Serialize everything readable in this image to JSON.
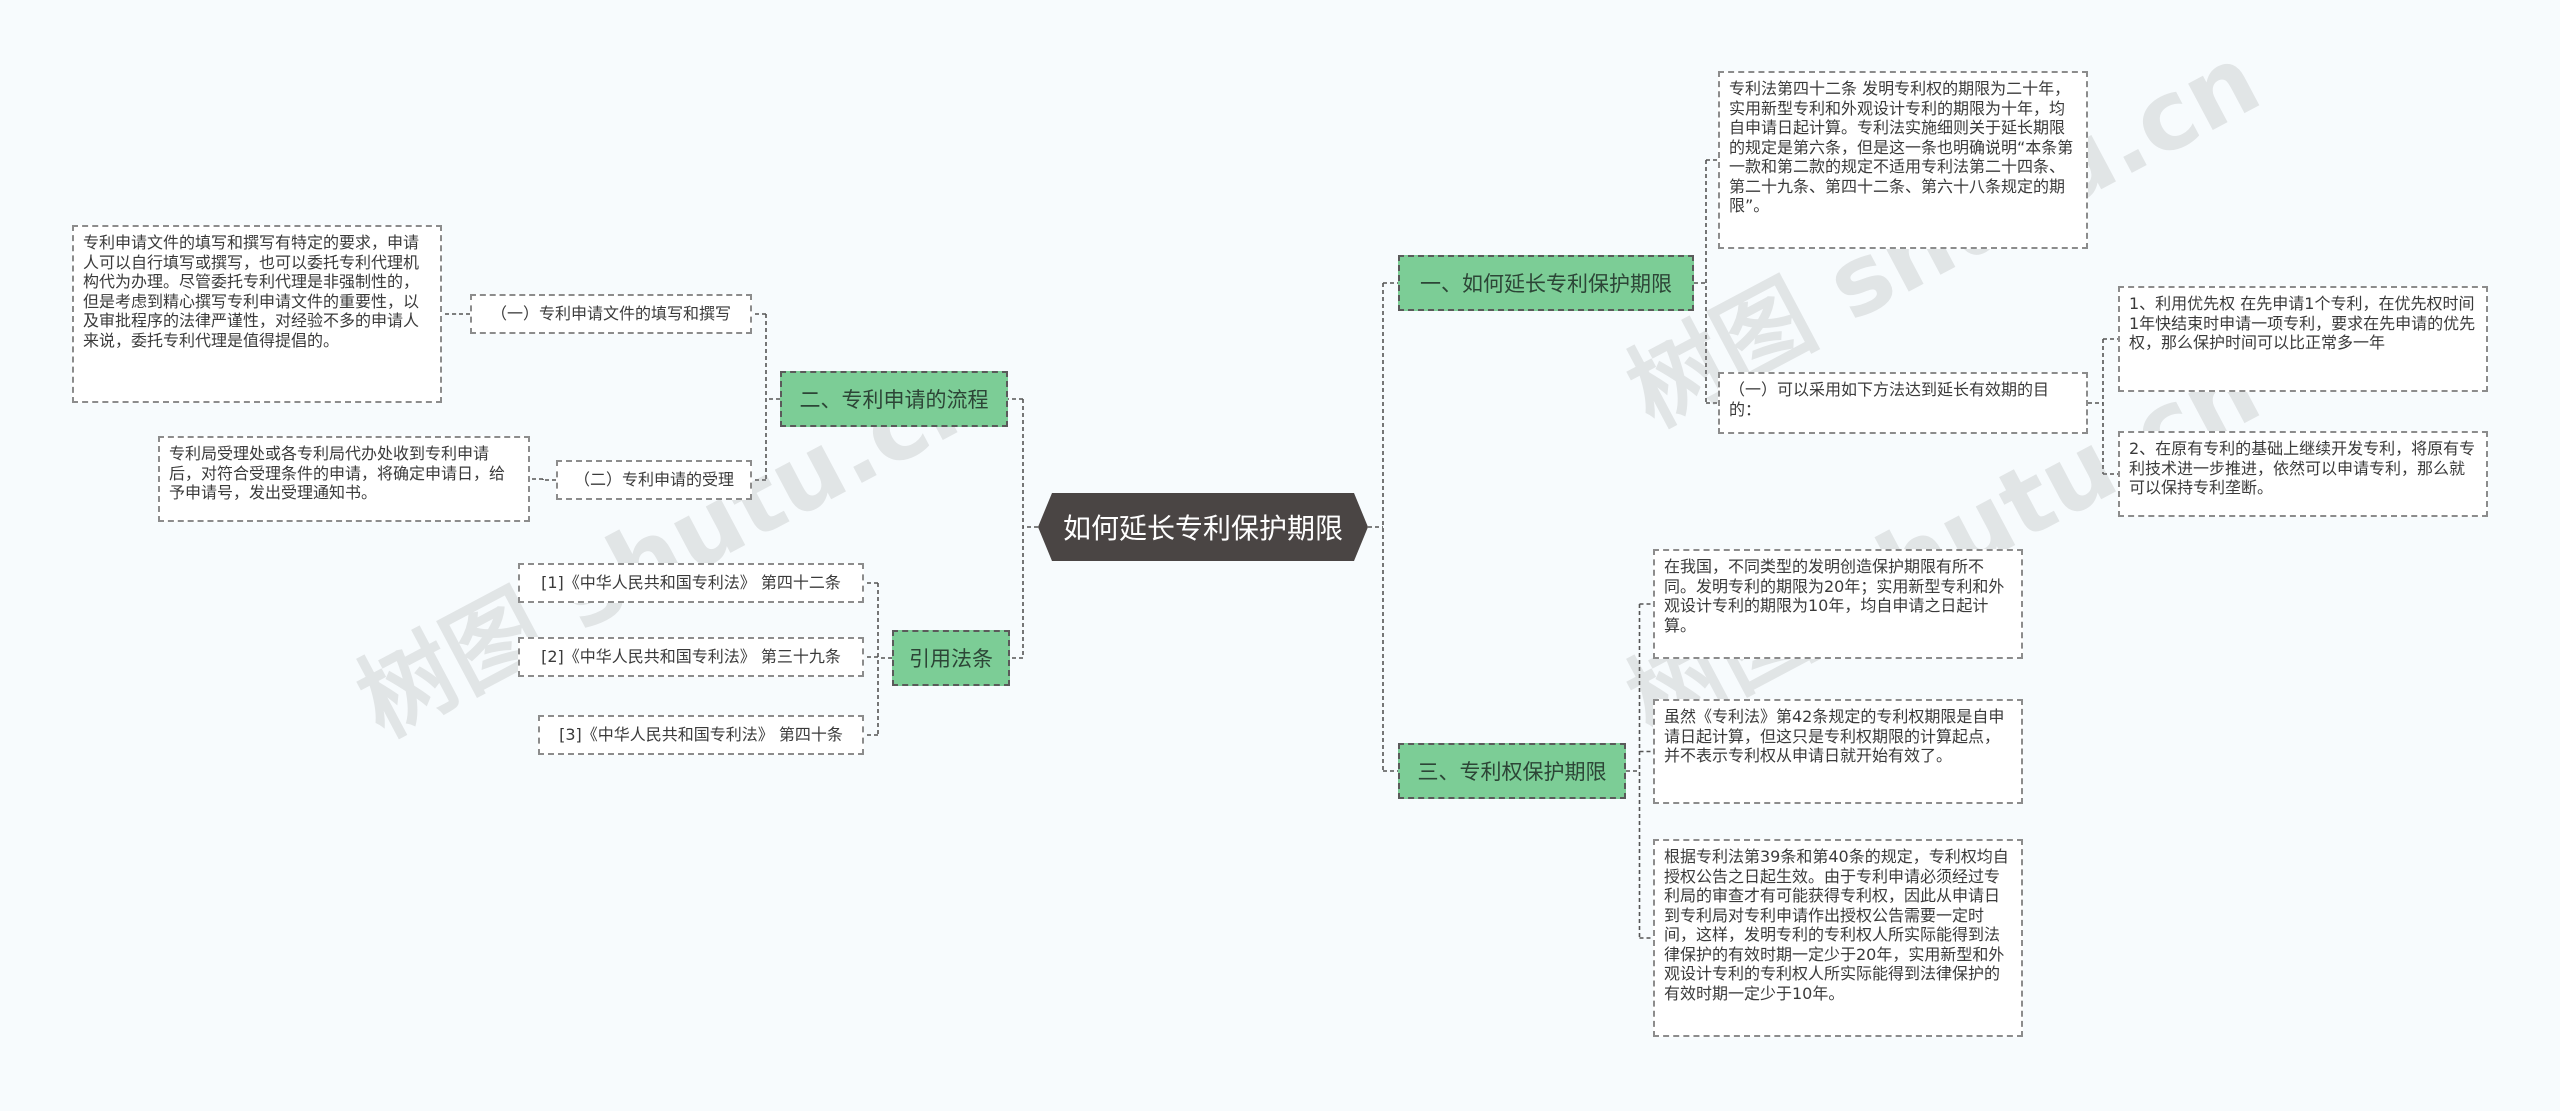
{
  "root": {
    "label": "如何延长专利保护期限"
  },
  "branches": {
    "b1": {
      "label": "一、如何延长专利保护期限"
    },
    "b2": {
      "label": "二、专利申请的流程"
    },
    "b3": {
      "label": "三、专利权保护期限"
    },
    "b4": {
      "label": "引用法条"
    }
  },
  "leaves": {
    "b1_law": "专利法第四十二条 发明专利权的期限为二十年，实用新型专利和外观设计专利的期限为十年，均自申请日起计算。专利法实施细则关于延长期限的规定是第六条，但是这一条也明确说明“本条第一款和第二款的规定不适用专利法第二十四条、第二十九条、第四十二条、第六十八条规定的期限”。",
    "b1_methods": "（一）可以采用如下方法达到延长有效期的目的：",
    "b1_m1": "1、利用优先权 在先申请1个专利，在优先权时间1年快结束时申请一项专利，要求在先申请的优先权，那么保护时间可以比正常多一年",
    "b1_m2": "2、在原有专利的基础上继续开发专利，将原有专利技术进一步推进，依然可以申请专利，那么就可以保持专利垄断。",
    "b2_s1_title": "（一）专利申请文件的填写和撰写",
    "b2_s1_text": "专利申请文件的填写和撰写有特定的要求，申请人可以自行填写或撰写，也可以委托专利代理机构代为办理。尽管委托专利代理是非强制性的，但是考虑到精心撰写专利申请文件的重要性，以及审批程序的法律严谨性，对经验不多的申请人来说，委托专利代理是值得提倡的。",
    "b2_s2_title": "（二）专利申请的受理",
    "b2_s2_text": "专利局受理处或各专利局代办处收到专利申请后，对符合受理条件的申请，将确定申请日，给予申请号，发出受理通知书。",
    "b3_t1": "在我国，不同类型的发明创造保护期限有所不同。发明专利的期限为20年；实用新型专利和外观设计专利的期限为10年，均自申请之日起计算。",
    "b3_t2": "虽然《专利法》第42条规定的专利权期限是自申请日起计算，但这只是专利权期限的计算起点，并不表示专利权从申请日就开始有效了。",
    "b3_t3": "根据专利法第39条和第40条的规定，专利权均自授权公告之日起生效。由于专利申请必须经过专利局的审查才有可能获得专利权，因此从申请日到专利局对专利申请作出授权公告需要一定时间，这样，发明专利的专利权人所实际能得到法律保护的有效时期一定少于20年，实用新型和外观设计专利的专利权人所实际能得到法律保护的有效时期一定少于10年。",
    "b4_r1": "[1]《中华人民共和国专利法》 第四十二条",
    "b4_r2": "[2]《中华人民共和国专利法》 第三十九条",
    "b4_r3": "[3]《中华人民共和国专利法》 第四十条"
  },
  "watermarks": [
    "树图 shutu.cn",
    "树图 shutu.cn",
    "树图 shutu.cn"
  ],
  "colors": {
    "branch": "#7ccd96",
    "root": "#4a4544",
    "background": "#f7fbfd",
    "line": "#555555"
  }
}
